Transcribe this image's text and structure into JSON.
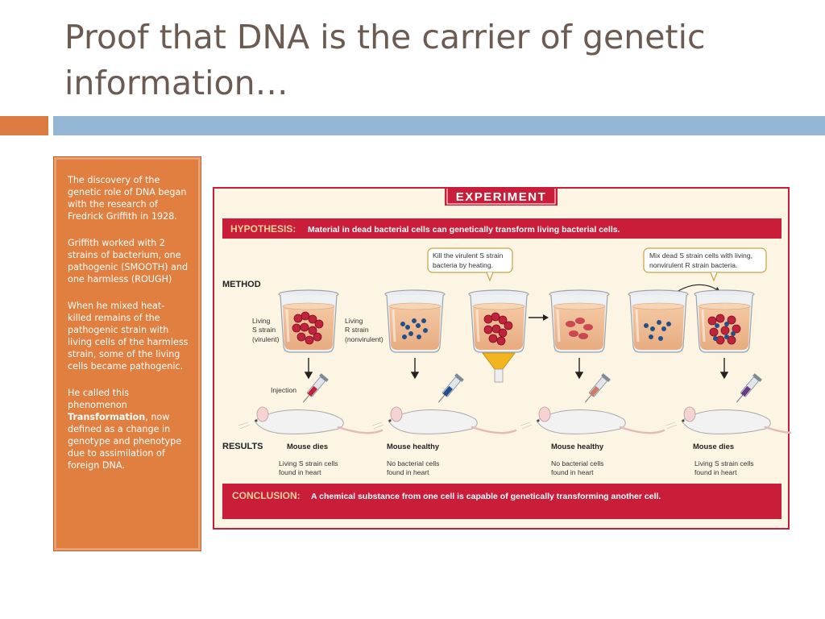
{
  "title": "Proof that DNA is the carrier of genetic information…",
  "sidebar": {
    "p1": "The discovery of the genetic role of DNA began with the research of Fredrick Griffith in 1928.",
    "p2": "Griffith worked with 2 strains of bacterium, one pathogenic (SMOOTH) and one harmless (ROUGH)",
    "p3": "When he mixed heat-killed remains of the pathogenic strain with living cells of the harmless strain, some of the living cells became pathogenic.",
    "p4_pre": "He called this phenomenon ",
    "p4_bold": "Transformation",
    "p4_post": ", now defined as a change in genotype and phenotype due to assimilation of foreign DNA."
  },
  "figure": {
    "header": "EXPERIMENT",
    "hypothesis_label": "HYPOTHESIS:",
    "hypothesis_text": "Material in dead bacterial cells can genetically transform living bacterial cells.",
    "method_label": "METHOD",
    "results_label": "RESULTS",
    "callout_kill_1": "Kill the virulent S strain",
    "callout_kill_2": "bacteria by heating.",
    "callout_mix_1": "Mix dead S strain cells with living,",
    "callout_mix_2": "nonvirulent R strain bacteria.",
    "s_label_1": "Living",
    "s_label_2": "S strain",
    "s_label_3": "(virulent)",
    "r_label_1": "Living",
    "r_label_2": "R strain",
    "r_label_3": "(nonvirulent)",
    "injection_label": "Injection",
    "result1_title": "Mouse dies",
    "result1_line1": "Living S strain cells",
    "result1_line2": "found in heart",
    "result2_title": "Mouse healthy",
    "result2_line1": "No bacterial cells",
    "result2_line2": "found in heart",
    "result3_title": "Mouse healthy",
    "result3_line1": "No bacterial cells",
    "result3_line2": "found in heart",
    "result4_title": "Mouse dies",
    "result4_line1": "Living S strain cells",
    "result4_line2": "found in heart",
    "conclusion_label": "CONCLUSION:",
    "conclusion_text": "A chemical substance from one cell is capable of genetically transforming another cell."
  },
  "colors": {
    "title_text": "#6b5b52",
    "accent_orange": "#e07f40",
    "accent_blue": "#95b7d6",
    "figure_red": "#c91d3a",
    "figure_bg": "#fdf5e4",
    "s_strain": "#c0243c",
    "r_strain": "#22508a"
  }
}
